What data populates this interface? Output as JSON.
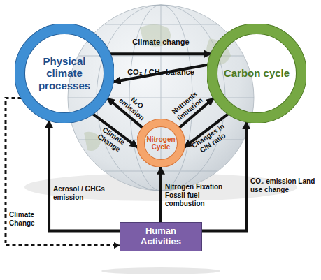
{
  "diagram": {
    "nodes": [
      {
        "text": [
          "Physical climate processes"
        ]
      },
      {
        "text": [
          "Carbon cycle"
        ]
      },
      {
        "text": [
          "Nitrogen Cycle"
        ]
      },
      {
        "text": [
          "Human Activities"
        ]
      }
    ],
    "edges": [
      {
        "from": 0,
        "to": 1,
        "arrow": "to",
        "label": "Climate change"
      },
      {
        "from": 1,
        "to": 0,
        "arrow": "to",
        "label": "CO₂ / CH₄ balance"
      },
      {
        "from": 2,
        "to": 0,
        "arrow": "to",
        "label": "N₂O emission"
      },
      {
        "from": 0,
        "to": 2,
        "arrow": "to",
        "label": "Climate Change"
      },
      {
        "from": 2,
        "to": 1,
        "arrow": "to",
        "label": "Nutrients limitation"
      },
      {
        "from": 1,
        "to": 2,
        "arrow": "to",
        "label": "Changes in C/N ratio"
      },
      {
        "from": 3,
        "to": 0,
        "arrow": "to",
        "label": "Aerosol / GHGs emission"
      },
      {
        "from": 3,
        "to": 2,
        "arrow": "to",
        "label": "Nitrogen Fixation Fossil fuel combustion"
      },
      {
        "from": 3,
        "to": 1,
        "arrow": "to",
        "label": "CO₂ emission Land use change"
      },
      {
        "from": 0,
        "to": 3,
        "arrow": "to",
        "label": "Climate Change"
      }
    ]
  }
}
